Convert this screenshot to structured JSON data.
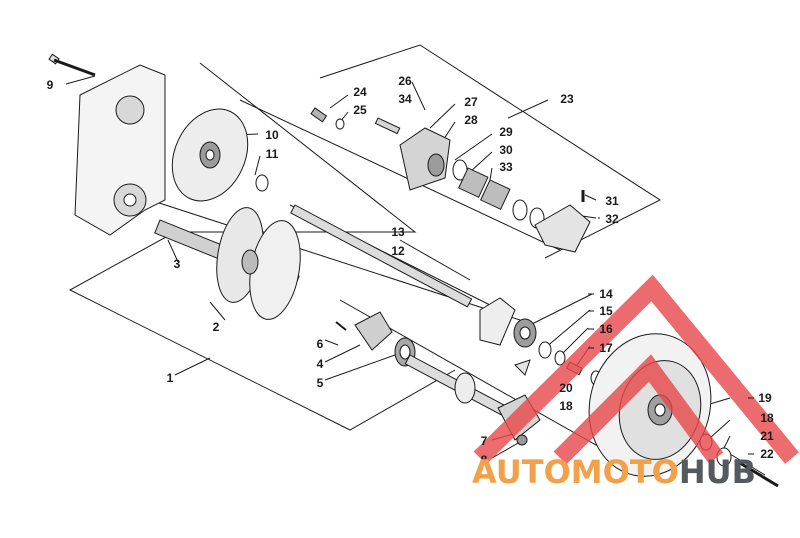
{
  "diagram": {
    "callouts": [
      {
        "id": "c1",
        "text": "1"
      },
      {
        "id": "c2",
        "text": "2"
      },
      {
        "id": "c3",
        "text": "3"
      },
      {
        "id": "c4",
        "text": "4"
      },
      {
        "id": "c5",
        "text": "5"
      },
      {
        "id": "c6",
        "text": "6"
      },
      {
        "id": "c7",
        "text": "7"
      },
      {
        "id": "c8",
        "text": "8"
      },
      {
        "id": "c9",
        "text": "9"
      },
      {
        "id": "c10",
        "text": "10"
      },
      {
        "id": "c11",
        "text": "11"
      },
      {
        "id": "c12",
        "text": "12"
      },
      {
        "id": "c13",
        "text": "13"
      },
      {
        "id": "c14",
        "text": "14"
      },
      {
        "id": "c15",
        "text": "15"
      },
      {
        "id": "c16",
        "text": "16"
      },
      {
        "id": "c17",
        "text": "17"
      },
      {
        "id": "c18a",
        "text": "18"
      },
      {
        "id": "c18b",
        "text": "18"
      },
      {
        "id": "c19",
        "text": "19"
      },
      {
        "id": "c20",
        "text": "20"
      },
      {
        "id": "c21",
        "text": "21"
      },
      {
        "id": "c22",
        "text": "22"
      },
      {
        "id": "c23",
        "text": "23"
      },
      {
        "id": "c24",
        "text": "24"
      },
      {
        "id": "c25",
        "text": "25"
      },
      {
        "id": "c26",
        "text": "26"
      },
      {
        "id": "c27",
        "text": "27"
      },
      {
        "id": "c28",
        "text": "28"
      },
      {
        "id": "c29",
        "text": "29"
      },
      {
        "id": "c30",
        "text": "30"
      },
      {
        "id": "c31",
        "text": "31"
      },
      {
        "id": "c32",
        "text": "32"
      },
      {
        "id": "c33",
        "text": "33"
      },
      {
        "id": "c34",
        "text": "34"
      }
    ]
  },
  "watermark": {
    "part1": "AUTOMOTO",
    "part2": "HUB",
    "color_primary": "#f3a04a",
    "color_secondary": "#555a5e",
    "logo_color": "#e8474a"
  },
  "colors": {
    "line": "#1a1a1a",
    "fill_light": "#f2f2f2",
    "fill_mid": "#cfcfcf"
  }
}
